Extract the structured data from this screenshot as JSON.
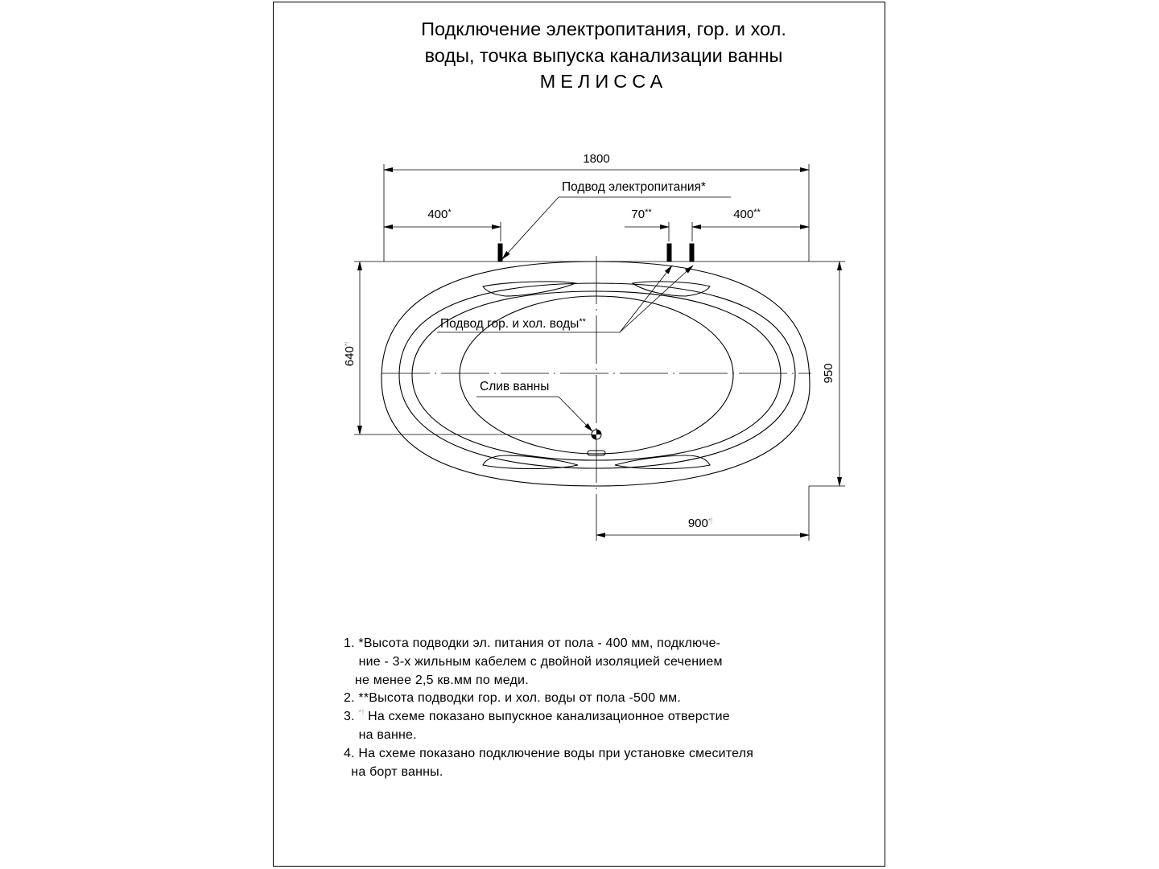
{
  "title": {
    "line1": "Подключение электропитания, гор. и хол.",
    "line2": "воды, точка выпуска канализации ванны",
    "model": "МЕЛИССА"
  },
  "dimensions": {
    "total_width": "1800",
    "left_power": "400",
    "left_power_mark": "*",
    "between_water": "70",
    "between_water_mark": "**",
    "right_water": "400",
    "right_water_mark": "**",
    "drain_height": "640",
    "drain_height_mark": "*!",
    "total_depth": "950",
    "drain_offset": "900",
    "drain_offset_mark": "*!"
  },
  "labels": {
    "power_supply": "Подвод электропитания*",
    "water_supply": "Подвод гор. и хол. воды",
    "water_supply_mark": "**",
    "drain": "Слив ванны"
  },
  "notes": [
    {
      "line1": "1. *Высота подводки эл. питания от пола - 400 мм, подключе-",
      "line2": "    ние - 3-х жильным кабелем с двойной изоляцией сечением",
      "line3": "   не менее 2,5 кв.мм по меди."
    },
    {
      "line1": "2. **Высота подводки гор. и хол. воды от пола -500 мм."
    },
    {
      "prefix": "3. ",
      "mark": "*!",
      "line1": " На схеме показано выпускное канализационное отверстие",
      "line2": "    на ванне."
    },
    {
      "line1": "4. На схеме показано подключение воды при установке смесителя",
      "line2": "  на борт ванны."
    }
  ]
}
